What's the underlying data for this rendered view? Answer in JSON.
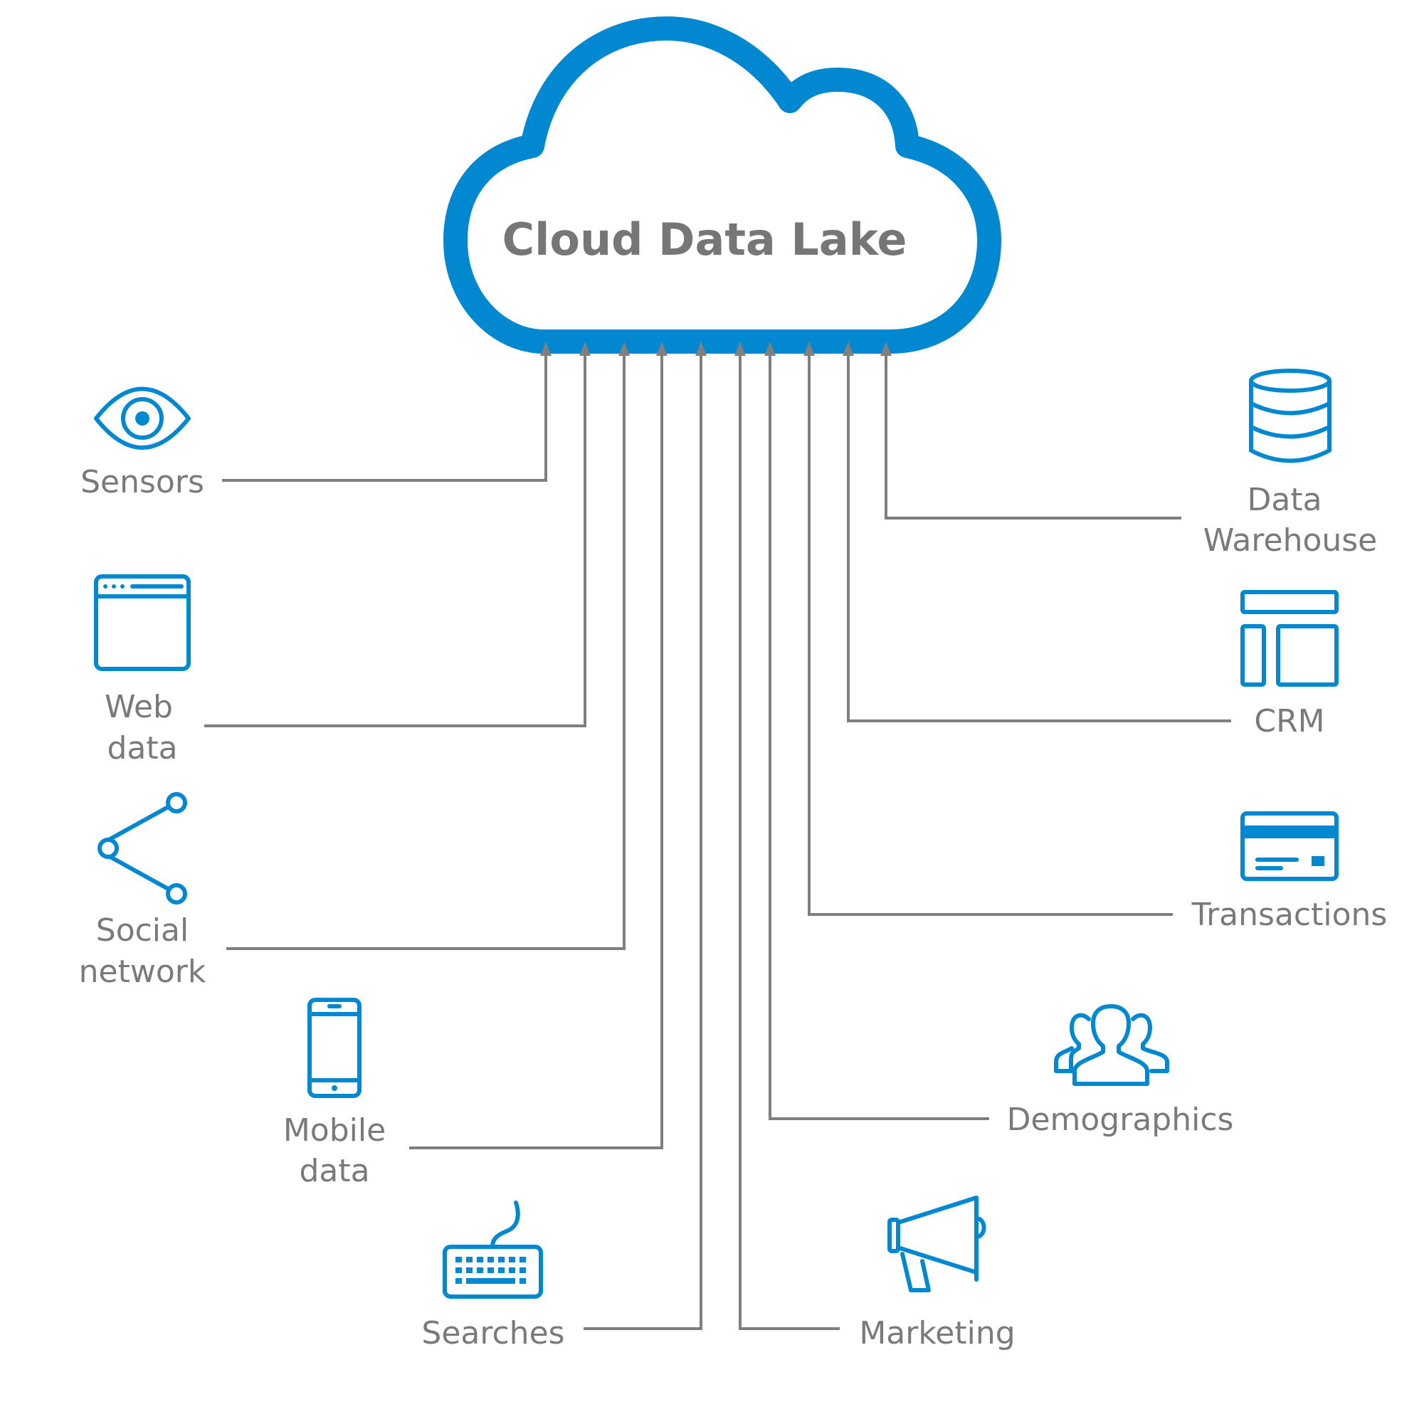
{
  "title": "Cloud Data Lake",
  "colors": {
    "accent": "#0288d1",
    "line": "#7f7f7f",
    "text": "#7a7a7a"
  },
  "sources_left": [
    {
      "icon": "eye-icon",
      "lines": [
        "Sensors"
      ]
    },
    {
      "icon": "browser-window-icon",
      "lines": [
        "Web",
        "data"
      ]
    },
    {
      "icon": "share-icon",
      "lines": [
        "Social",
        "network"
      ]
    },
    {
      "icon": "mobile-phone-icon",
      "lines": [
        "Mobile",
        "data"
      ]
    },
    {
      "icon": "keyboard-icon",
      "lines": [
        "Searches"
      ]
    }
  ],
  "sources_right": [
    {
      "icon": "database-icon",
      "lines": [
        "Data",
        "Warehouse"
      ]
    },
    {
      "icon": "crm-layout-icon",
      "lines": [
        "CRM"
      ]
    },
    {
      "icon": "credit-card-icon",
      "lines": [
        "Transactions"
      ]
    },
    {
      "icon": "people-group-icon",
      "lines": [
        "Demographics"
      ]
    },
    {
      "icon": "megaphone-icon",
      "lines": [
        "Marketing"
      ]
    }
  ]
}
